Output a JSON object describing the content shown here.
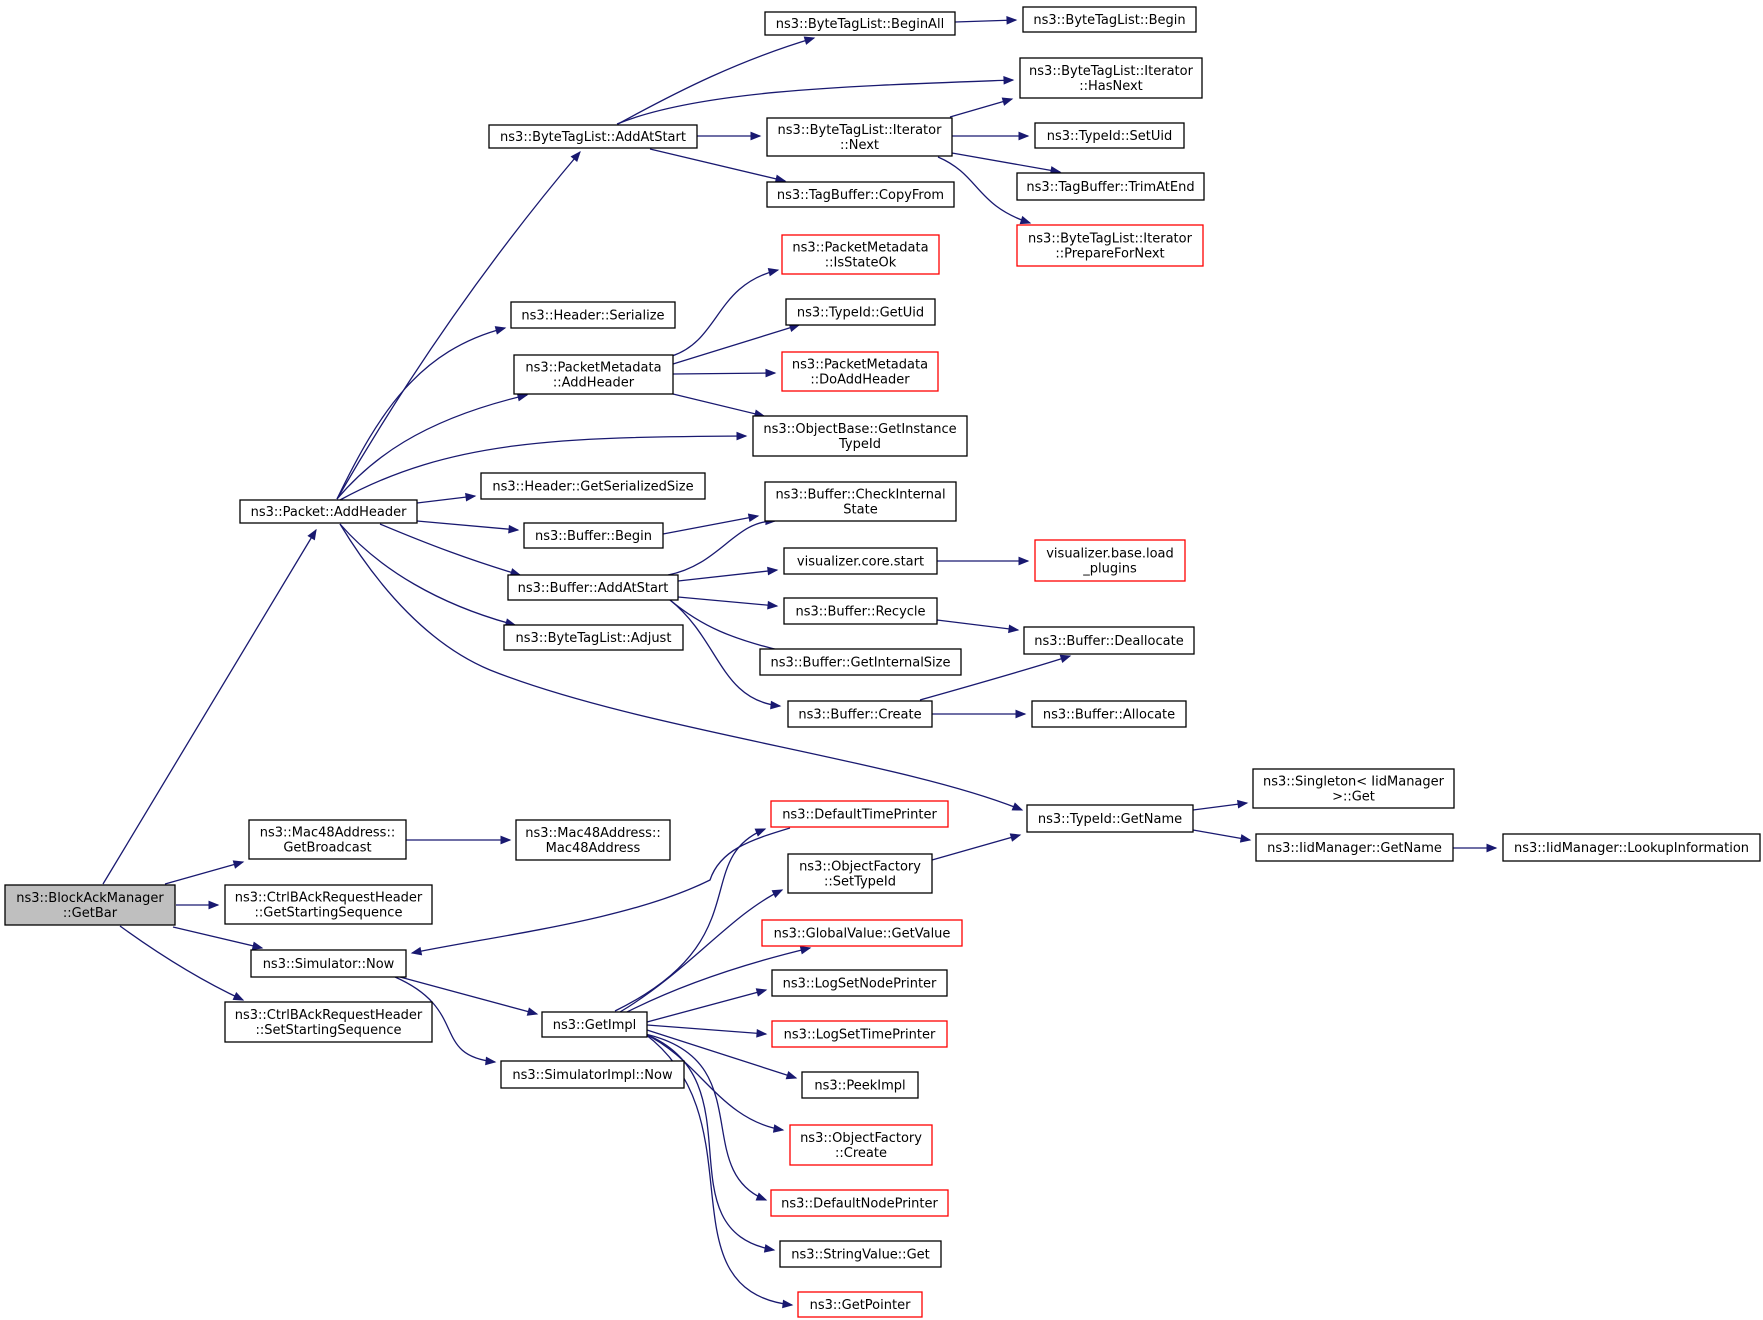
{
  "nodes": [
    {
      "id": "root",
      "lines": [
        "ns3::BlockAckManager",
        "::GetBar"
      ],
      "style": "root"
    },
    {
      "id": "btl_beginall",
      "lines": [
        "ns3::ByteTagList::BeginAll"
      ],
      "style": "normal"
    },
    {
      "id": "btl_begin",
      "lines": [
        "ns3::ByteTagList::Begin"
      ],
      "style": "normal"
    },
    {
      "id": "btli_hasnext",
      "lines": [
        "ns3::ByteTagList::Iterator",
        "::HasNext"
      ],
      "style": "normal"
    },
    {
      "id": "btl_addatstart",
      "lines": [
        "ns3::ByteTagList::AddAtStart"
      ],
      "style": "normal"
    },
    {
      "id": "btli_next",
      "lines": [
        "ns3::ByteTagList::Iterator",
        "::Next"
      ],
      "style": "normal"
    },
    {
      "id": "typeid_setuid",
      "lines": [
        "ns3::TypeId::SetUid"
      ],
      "style": "normal"
    },
    {
      "id": "tagbuf_trim",
      "lines": [
        "ns3::TagBuffer::TrimAtEnd"
      ],
      "style": "normal"
    },
    {
      "id": "tagbuf_copy",
      "lines": [
        "ns3::TagBuffer::CopyFrom"
      ],
      "style": "normal"
    },
    {
      "id": "btli_prep",
      "lines": [
        "ns3::ByteTagList::Iterator",
        "::PrepareForNext"
      ],
      "style": "red"
    },
    {
      "id": "pm_isstateok",
      "lines": [
        "ns3::PacketMetadata",
        "::IsStateOk"
      ],
      "style": "red"
    },
    {
      "id": "hdr_serialize",
      "lines": [
        "ns3::Header::Serialize"
      ],
      "style": "normal"
    },
    {
      "id": "typeid_getuid",
      "lines": [
        "ns3::TypeId::GetUid"
      ],
      "style": "normal"
    },
    {
      "id": "pm_addheader",
      "lines": [
        "ns3::PacketMetadata",
        "::AddHeader"
      ],
      "style": "normal"
    },
    {
      "id": "pm_doaddheader",
      "lines": [
        "ns3::PacketMetadata",
        "::DoAddHeader"
      ],
      "style": "red"
    },
    {
      "id": "ob_getinst",
      "lines": [
        "ns3::ObjectBase::GetInstance",
        "TypeId"
      ],
      "style": "normal"
    },
    {
      "id": "hdr_getser",
      "lines": [
        "ns3::Header::GetSerializedSize"
      ],
      "style": "normal"
    },
    {
      "id": "pkt_addheader",
      "lines": [
        "ns3::Packet::AddHeader"
      ],
      "style": "normal"
    },
    {
      "id": "buf_check",
      "lines": [
        "ns3::Buffer::CheckInternal",
        "State"
      ],
      "style": "normal"
    },
    {
      "id": "buf_begin",
      "lines": [
        "ns3::Buffer::Begin"
      ],
      "style": "normal"
    },
    {
      "id": "vis_start",
      "lines": [
        "visualizer.core.start"
      ],
      "style": "normal"
    },
    {
      "id": "vis_load",
      "lines": [
        "visualizer.base.load",
        "_plugins"
      ],
      "style": "red"
    },
    {
      "id": "buf_addatstart",
      "lines": [
        "ns3::Buffer::AddAtStart"
      ],
      "style": "normal"
    },
    {
      "id": "buf_recycle",
      "lines": [
        "ns3::Buffer::Recycle"
      ],
      "style": "normal"
    },
    {
      "id": "btl_adjust",
      "lines": [
        "ns3::ByteTagList::Adjust"
      ],
      "style": "normal"
    },
    {
      "id": "buf_dealloc",
      "lines": [
        "ns3::Buffer::Deallocate"
      ],
      "style": "normal"
    },
    {
      "id": "buf_getint",
      "lines": [
        "ns3::Buffer::GetInternalSize"
      ],
      "style": "normal"
    },
    {
      "id": "buf_create",
      "lines": [
        "ns3::Buffer::Create"
      ],
      "style": "normal"
    },
    {
      "id": "buf_alloc",
      "lines": [
        "ns3::Buffer::Allocate"
      ],
      "style": "normal"
    },
    {
      "id": "singleton_get",
      "lines": [
        "ns3::Singleton< IidManager",
        ">::Get"
      ],
      "style": "normal"
    },
    {
      "id": "typeid_getname",
      "lines": [
        "ns3::TypeId::GetName"
      ],
      "style": "normal"
    },
    {
      "id": "mac48_getbc",
      "lines": [
        "ns3::Mac48Address::",
        "GetBroadcast"
      ],
      "style": "normal"
    },
    {
      "id": "mac48_ctor",
      "lines": [
        "ns3::Mac48Address::",
        "Mac48Address"
      ],
      "style": "normal"
    },
    {
      "id": "def_timeprinter",
      "lines": [
        "ns3::DefaultTimePrinter"
      ],
      "style": "red"
    },
    {
      "id": "iid_getname",
      "lines": [
        "ns3::IidManager::GetName"
      ],
      "style": "normal"
    },
    {
      "id": "iid_lookup",
      "lines": [
        "ns3::IidManager::LookupInformation"
      ],
      "style": "normal"
    },
    {
      "id": "of_settypeid",
      "lines": [
        "ns3::ObjectFactory",
        "::SetTypeId"
      ],
      "style": "normal"
    },
    {
      "id": "ctrl_getss",
      "lines": [
        "ns3::CtrlBAckRequestHeader",
        "::GetStartingSequence"
      ],
      "style": "normal"
    },
    {
      "id": "gv_getvalue",
      "lines": [
        "ns3::GlobalValue::GetValue"
      ],
      "style": "red"
    },
    {
      "id": "sim_now",
      "lines": [
        "ns3::Simulator::Now"
      ],
      "style": "normal"
    },
    {
      "id": "log_nodeprinter",
      "lines": [
        "ns3::LogSetNodePrinter"
      ],
      "style": "normal"
    },
    {
      "id": "getimpl",
      "lines": [
        "ns3::GetImpl"
      ],
      "style": "normal"
    },
    {
      "id": "ctrl_setss",
      "lines": [
        "ns3::CtrlBAckRequestHeader",
        "::SetStartingSequence"
      ],
      "style": "normal"
    },
    {
      "id": "log_timeprinter",
      "lines": [
        "ns3::LogSetTimePrinter"
      ],
      "style": "red"
    },
    {
      "id": "simimpl_now",
      "lines": [
        "ns3::SimulatorImpl::Now"
      ],
      "style": "normal"
    },
    {
      "id": "peekimpl",
      "lines": [
        "ns3::PeekImpl"
      ],
      "style": "normal"
    },
    {
      "id": "of_create",
      "lines": [
        "ns3::ObjectFactory",
        "::Create"
      ],
      "style": "red"
    },
    {
      "id": "def_nodeprinter",
      "lines": [
        "ns3::DefaultNodePrinter"
      ],
      "style": "red"
    },
    {
      "id": "sv_get",
      "lines": [
        "ns3::StringValue::Get"
      ],
      "style": "normal"
    },
    {
      "id": "getpointer",
      "lines": [
        "ns3::GetPointer"
      ],
      "style": "red"
    }
  ],
  "edges": [
    [
      "root",
      "pkt_addheader"
    ],
    [
      "root",
      "mac48_getbc"
    ],
    [
      "root",
      "ctrl_getss"
    ],
    [
      "root",
      "sim_now"
    ],
    [
      "root",
      "ctrl_setss"
    ],
    [
      "btl_beginall",
      "btl_begin"
    ],
    [
      "btl_addatstart",
      "btl_beginall"
    ],
    [
      "btl_addatstart",
      "btli_hasnext"
    ],
    [
      "btl_addatstart",
      "btli_next"
    ],
    [
      "btl_addatstart",
      "tagbuf_copy"
    ],
    [
      "btli_next",
      "btli_hasnext"
    ],
    [
      "btli_next",
      "typeid_setuid"
    ],
    [
      "btli_next",
      "tagbuf_trim"
    ],
    [
      "btli_next",
      "btli_prep"
    ],
    [
      "pm_addheader",
      "pm_isstateok"
    ],
    [
      "pm_addheader",
      "typeid_getuid"
    ],
    [
      "pm_addheader",
      "pm_doaddheader"
    ],
    [
      "pm_addheader",
      "ob_getinst"
    ],
    [
      "pkt_addheader",
      "btl_addatstart"
    ],
    [
      "pkt_addheader",
      "hdr_serialize"
    ],
    [
      "pkt_addheader",
      "pm_addheader"
    ],
    [
      "pkt_addheader",
      "ob_getinst"
    ],
    [
      "pkt_addheader",
      "hdr_getser"
    ],
    [
      "pkt_addheader",
      "buf_begin"
    ],
    [
      "pkt_addheader",
      "buf_addatstart"
    ],
    [
      "pkt_addheader",
      "btl_adjust"
    ],
    [
      "pkt_addheader",
      "typeid_getname"
    ],
    [
      "buf_begin",
      "buf_check"
    ],
    [
      "buf_addatstart",
      "buf_check"
    ],
    [
      "buf_addatstart",
      "vis_start"
    ],
    [
      "buf_addatstart",
      "buf_recycle"
    ],
    [
      "buf_addatstart",
      "buf_getint"
    ],
    [
      "buf_addatstart",
      "buf_create"
    ],
    [
      "vis_start",
      "vis_load"
    ],
    [
      "buf_recycle",
      "buf_dealloc"
    ],
    [
      "buf_create",
      "buf_dealloc"
    ],
    [
      "buf_create",
      "buf_alloc"
    ],
    [
      "typeid_getname",
      "singleton_get"
    ],
    [
      "typeid_getname",
      "iid_getname"
    ],
    [
      "iid_getname",
      "iid_lookup"
    ],
    [
      "mac48_getbc",
      "mac48_ctor"
    ],
    [
      "def_timeprinter",
      "sim_now"
    ],
    [
      "of_settypeid",
      "typeid_getname"
    ],
    [
      "sim_now",
      "getimpl"
    ],
    [
      "sim_now",
      "simimpl_now"
    ],
    [
      "getimpl",
      "def_timeprinter"
    ],
    [
      "getimpl",
      "of_settypeid"
    ],
    [
      "getimpl",
      "gv_getvalue"
    ],
    [
      "getimpl",
      "log_nodeprinter"
    ],
    [
      "getimpl",
      "log_timeprinter"
    ],
    [
      "getimpl",
      "peekimpl"
    ],
    [
      "getimpl",
      "of_create"
    ],
    [
      "getimpl",
      "def_nodeprinter"
    ],
    [
      "getimpl",
      "sv_get"
    ],
    [
      "getimpl",
      "getpointer"
    ]
  ],
  "colors": {
    "edge": "#191970",
    "node_border": "#000000",
    "node_border_incomplete": "#ff0000",
    "root_fill": "#bfbfbf",
    "node_fill": "#ffffff"
  }
}
